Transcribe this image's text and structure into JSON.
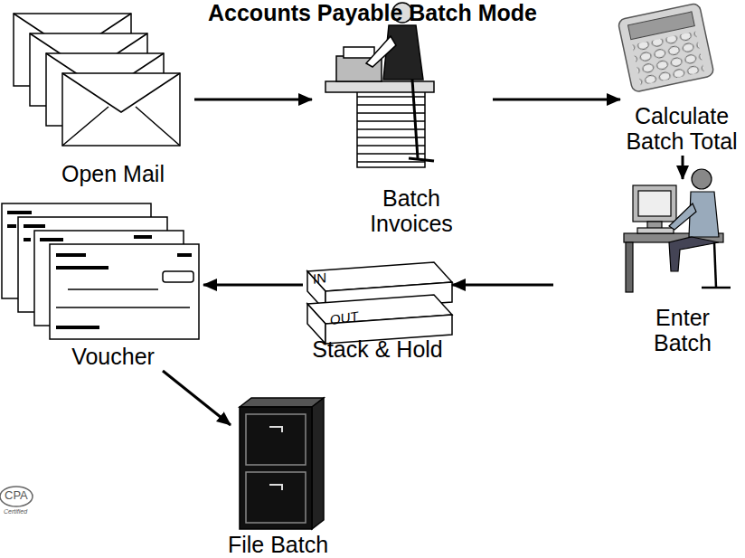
{
  "diagram": {
    "title": "Accounts Payable Batch Mode",
    "nodes": [
      {
        "text": [
          "Open Mail"
        ]
      },
      {
        "text": [
          "Batch Invoices"
        ]
      },
      {
        "text": [
          "Calculate Batch Total"
        ]
      },
      {
        "text": [
          "Enter Batch"
        ]
      },
      {
        "text": [
          "Stack & Hold"
        ]
      },
      {
        "text": [
          "Voucher"
        ]
      },
      {
        "text": [
          "File Batch"
        ]
      }
    ],
    "edges": [
      {
        "from": 0,
        "to": 1,
        "arrow": "to"
      },
      {
        "from": 1,
        "to": 2,
        "arrow": "to"
      },
      {
        "from": 2,
        "to": 3,
        "arrow": "to"
      },
      {
        "from": 3,
        "to": 4,
        "arrow": "to"
      },
      {
        "from": 4,
        "to": 5,
        "arrow": "to"
      },
      {
        "from": 5,
        "to": 6,
        "arrow": "to"
      }
    ],
    "labels": [
      "IN",
      "OUT",
      "CPA",
      "Certified"
    ]
  }
}
